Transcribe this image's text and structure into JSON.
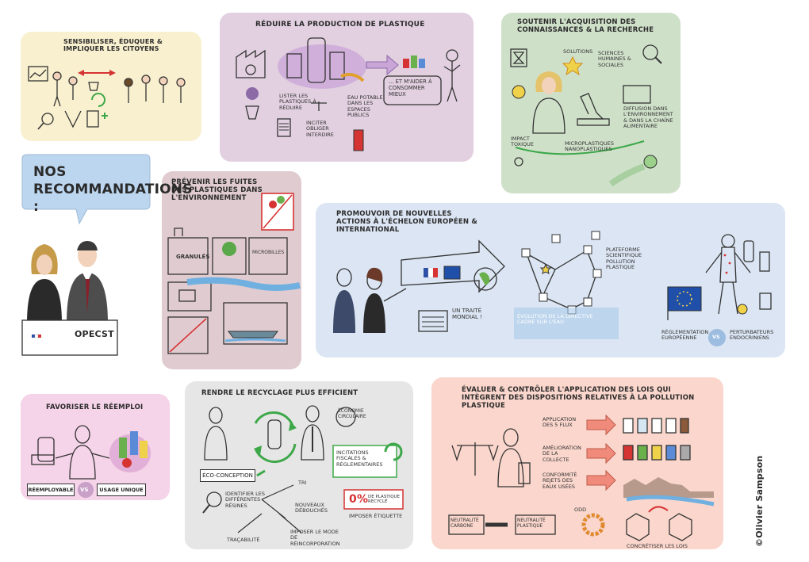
{
  "intro": {
    "heading": "Nos recommandations :",
    "badge": "OPECST"
  },
  "panels": {
    "sensibiliser": {
      "title": "Sensibiliser, éduquer & impliquer les citoyens"
    },
    "reduire": {
      "title": "Réduire la production de plastique",
      "notes": [
        "Lister les plastiques à réduire",
        "Inciter obliger interdire",
        "Eau potable dans les espaces publics",
        "... et m'aider à consommer mieux"
      ]
    },
    "soutenir": {
      "title": "Soutenir l'acquisition des connaissances & la recherche",
      "notes": [
        "Solutions",
        "Sciences humaines & sociales",
        "Impact toxique",
        "Microplastiques nanoplastiques",
        "Diffusion dans l'environnement & dans la chaîne alimentaire"
      ]
    },
    "prevenir": {
      "title": "Prévenir les fuites des plastiques dans l'environnement",
      "labels": [
        "Granulés",
        "Microbilles"
      ]
    },
    "promouvoir": {
      "title": "Promouvoir de nouvelles actions à l'échelon européen & international",
      "notes": [
        "Un traité mondial !",
        "Plateforme scientifique pollution plastique",
        "Évolution de la directive cadre sur l'eau",
        "Réglementation européenne",
        "VS",
        "Perturbateurs endocriniens"
      ]
    },
    "reemploi": {
      "title": "Favoriser le réemploi",
      "left": "Réemployable",
      "vs": "VS",
      "right": "Usage unique"
    },
    "recyclage": {
      "title": "Rendre le recyclage plus efficient",
      "notes": [
        "Économie circulaire",
        "Incitations fiscales & réglementaires",
        "Éco-conception",
        "Tri",
        "Identifier les différentes résines",
        "Nouveaux débouchés",
        "Traçabilité",
        "Imposer le mode de réincorporation",
        "0%",
        "de plastique recyclé",
        "Imposer étiquette"
      ]
    },
    "evaluer": {
      "title": "Évaluer & contrôler l'application des lois qui intègrent des dispositions relatives à la pollution plastique",
      "notes": [
        "Application des 5 flux",
        "Amélioration de la collecte",
        "Conformité rejets des eaux usées",
        "Neutralité carbone",
        "Neutralité plastique",
        "ODD",
        "Concrétiser les lois"
      ]
    }
  },
  "credit": "©Olivier Sampson",
  "colors": {
    "yellow": "#f8f0cf",
    "purple": "#e2d0e0",
    "green": "#cfe0c9",
    "blue": "#bcd6ef",
    "mauve": "#e0ccd0",
    "lightblue": "#dbe5f3",
    "pink": "#f5d3e8",
    "grey": "#e7e6e6",
    "salmon": "#fad6cc"
  }
}
